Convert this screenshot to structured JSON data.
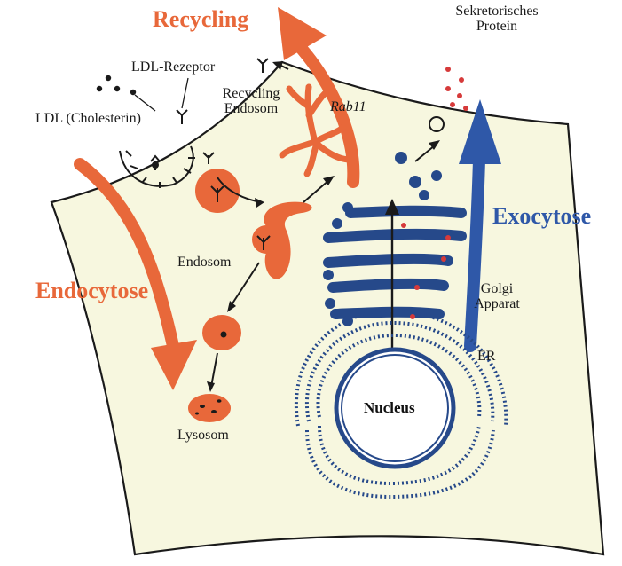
{
  "colors": {
    "cell_fill": "#f7f7df",
    "endocytosis_orange": "#e8683a",
    "exocytosis_blue": "#2f58a8",
    "organelle_blue": "#26498a",
    "outline": "#1a1a1a",
    "dot_red": "#d63a3a"
  },
  "labels": {
    "recycling_title": "Recycling",
    "endocytose_title": "Endocytose",
    "exocytose_title": "Exocytose",
    "ldl_rezeptor": "LDL-Rezeptor",
    "ldl_cholesterin": "LDL (Cholesterin)",
    "recycling_endosom_line1": "Recycling",
    "recycling_endosom_line2": "Endosom",
    "rab11": "Rab11",
    "sekretorisches_line1": "Sekretorisches",
    "sekretorisches_line2": "Protein",
    "endosom": "Endosom",
    "golgi_line1": "Golgi",
    "golgi_line2": "Apparat",
    "er": "ER",
    "nucleus": "Nucleus",
    "lysosom": "Lysosom"
  }
}
